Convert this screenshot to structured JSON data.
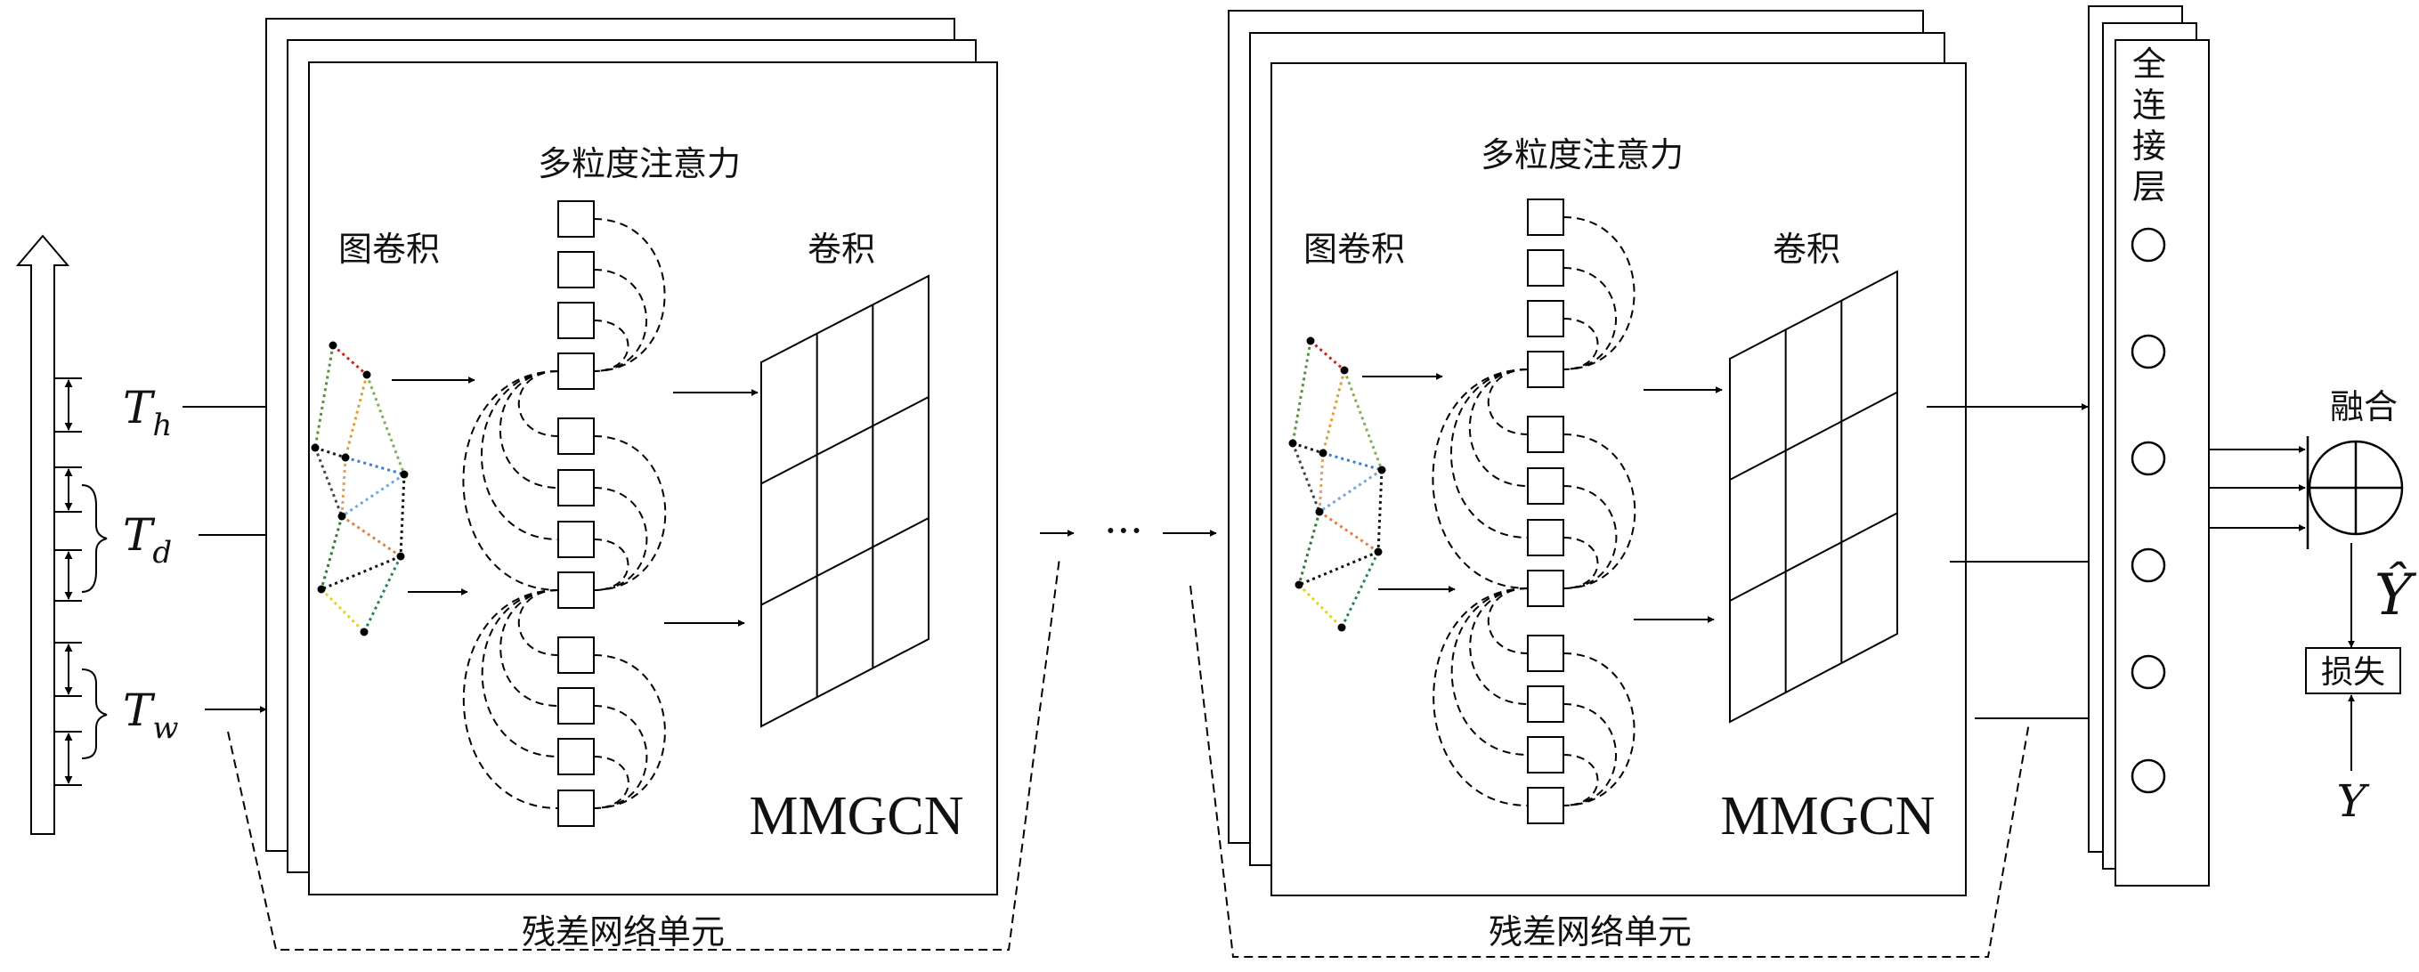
{
  "input": {
    "labels": [
      {
        "base": "T",
        "sub": "h"
      },
      {
        "base": "T",
        "sub": "d"
      },
      {
        "base": "T",
        "sub": "w"
      }
    ]
  },
  "block1": {
    "gcn_label": "图卷积",
    "attention_label": "多粒度注意力",
    "conv_label": "卷积",
    "title": "MMGCN",
    "residual_label": "残差网络单元"
  },
  "ellipsis": "···",
  "block2": {
    "gcn_label": "图卷积",
    "attention_label": "多粒度注意力",
    "conv_label": "卷积",
    "title": "MMGCN",
    "residual_label": "残差网络单元"
  },
  "fc": {
    "label_chars": [
      "全",
      "连",
      "接",
      "层"
    ]
  },
  "fusion_label": "融合",
  "output": {
    "y_hat": "Ŷ",
    "loss_label": "损失",
    "y": "Y"
  }
}
